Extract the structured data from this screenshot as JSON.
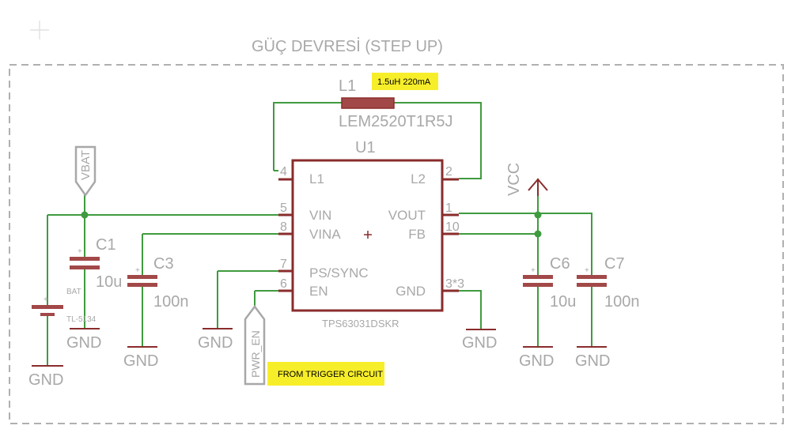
{
  "frame_title": "GÜÇ DEVRESİ (STEP UP)",
  "inductor": {
    "ref": "L1",
    "part": "LEM2520T1R5J",
    "note": "1.5uH 220mA"
  },
  "ic": {
    "ref": "U1",
    "part": "TPS63031DSKR",
    "left_pins": [
      {
        "num": "4",
        "name": "L1"
      },
      {
        "num": "5",
        "name": "VIN"
      },
      {
        "num": "8",
        "name": "VINA"
      },
      {
        "num": "7",
        "name": "PS/SYNC"
      },
      {
        "num": "6",
        "name": "EN"
      }
    ],
    "right_pins": [
      {
        "num": "2",
        "name": "L2"
      },
      {
        "num": "1",
        "name": "VOUT"
      },
      {
        "num": "10",
        "name": "FB"
      },
      {
        "num": "3*3",
        "name": "GND"
      }
    ]
  },
  "capacitors": [
    {
      "ref": "C1",
      "value": "10u"
    },
    {
      "ref": "C3",
      "value": "100n"
    },
    {
      "ref": "C6",
      "value": "10u"
    },
    {
      "ref": "C7",
      "value": "100n"
    }
  ],
  "battery": {
    "label": "BAT",
    "part": "TL-5134"
  },
  "nets": {
    "vbat": "VBAT",
    "vcc": "VCC",
    "pwr_en": "PWR_EN",
    "gnd": "GND"
  },
  "trigger_note": "FROM TRIGGER CIRCUIT"
}
